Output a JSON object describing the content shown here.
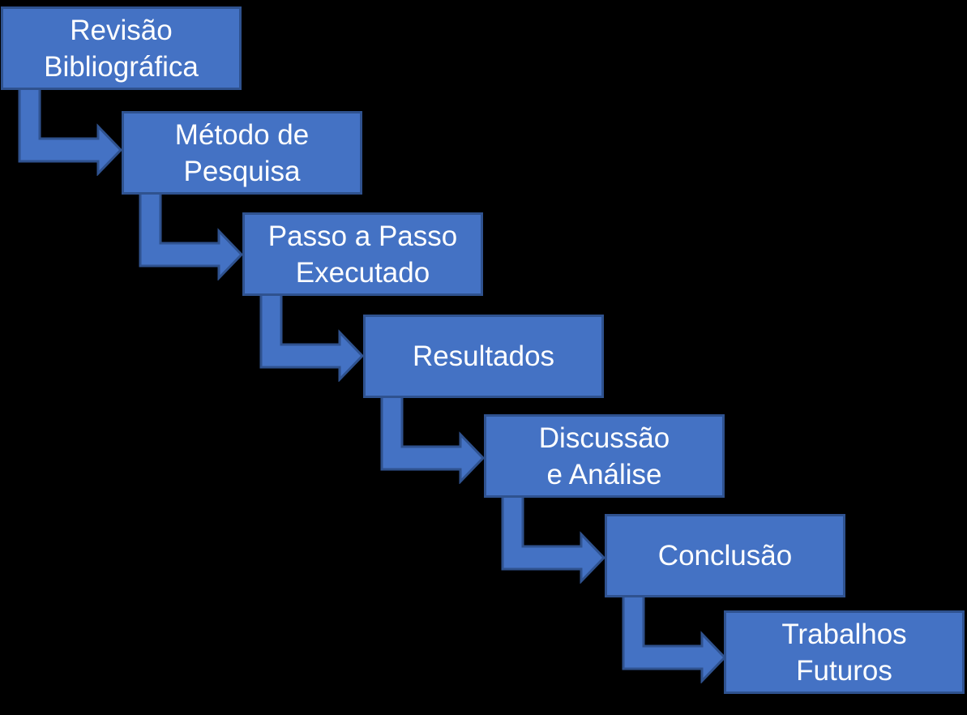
{
  "diagram": {
    "type": "staircase-flowchart",
    "connector_style": "bent-elbow-arrow",
    "direction": "top-left to bottom-right",
    "steps": [
      {
        "label": "Revisão Bibliográfica",
        "lines": [
          "Revisão",
          "Bibliográfica"
        ]
      },
      {
        "label": "Método de Pesquisa",
        "lines": [
          "Método de",
          "Pesquisa"
        ]
      },
      {
        "label": "Passo a Passo Executado",
        "lines": [
          "Passo a Passo",
          "Executado"
        ]
      },
      {
        "label": "Resultados",
        "lines": [
          "Resultados"
        ]
      },
      {
        "label": "Discussão e Análise",
        "lines": [
          "Discussão",
          "e Análise"
        ]
      },
      {
        "label": "Conclusão",
        "lines": [
          "Conclusão"
        ]
      },
      {
        "label": "Trabalhos Futuros",
        "lines": [
          "Trabalhos",
          "Futuros"
        ]
      }
    ],
    "colors": {
      "background": "#000000",
      "box_fill": "#4472C4",
      "box_border": "#2F528F",
      "arrow_fill": "#4472C4",
      "arrow_border": "#2F528F",
      "text": "#FFFFFF"
    }
  }
}
